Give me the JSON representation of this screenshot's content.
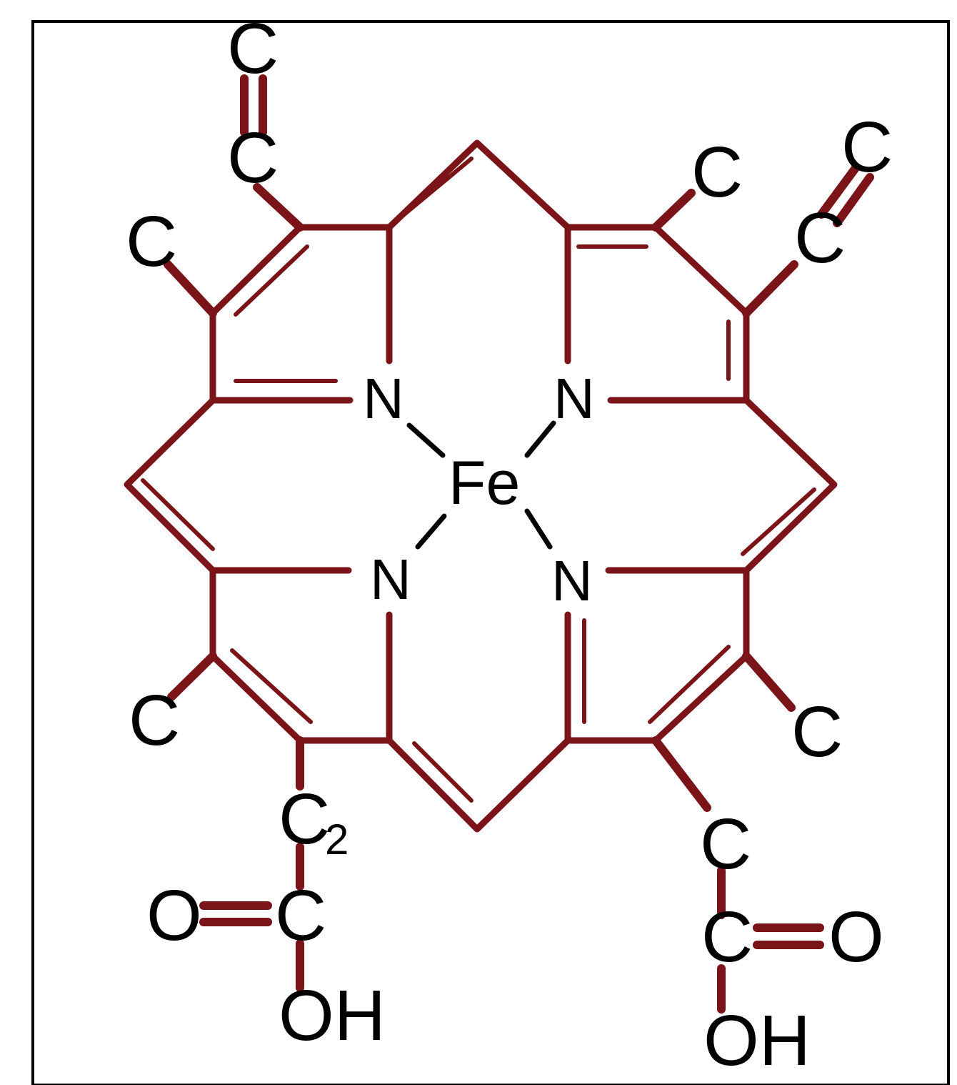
{
  "colors": {
    "ring_center": "#e87478",
    "ring_edge": "#c7333b",
    "bond": "#7a1418",
    "frame": "#000000"
  },
  "atoms": {
    "fe": "Fe",
    "n_top_left": "N",
    "n_top_right": "N",
    "n_bottom_left": "N",
    "n_bottom_right": "N",
    "vinyl_left_top": "C",
    "vinyl_left_bottom": "C",
    "methyl_top_left": "C",
    "methyl_top_right": "C",
    "vinyl_right_top": "C",
    "vinyl_right_bottom": "C",
    "methyl_bottom_left": "C",
    "methyl_bottom_right": "C",
    "propionate_left_chain": "C",
    "propionate_left_chain_subscript": "2",
    "propionate_left_carbonyl_c": "C",
    "propionate_left_carbonyl_o": "O",
    "propionate_left_oh": "OH",
    "propionate_right_chain": "C",
    "propionate_right_carbonyl_c": "C",
    "propionate_right_carbonyl_o": "O",
    "propionate_right_oh": "OH"
  }
}
